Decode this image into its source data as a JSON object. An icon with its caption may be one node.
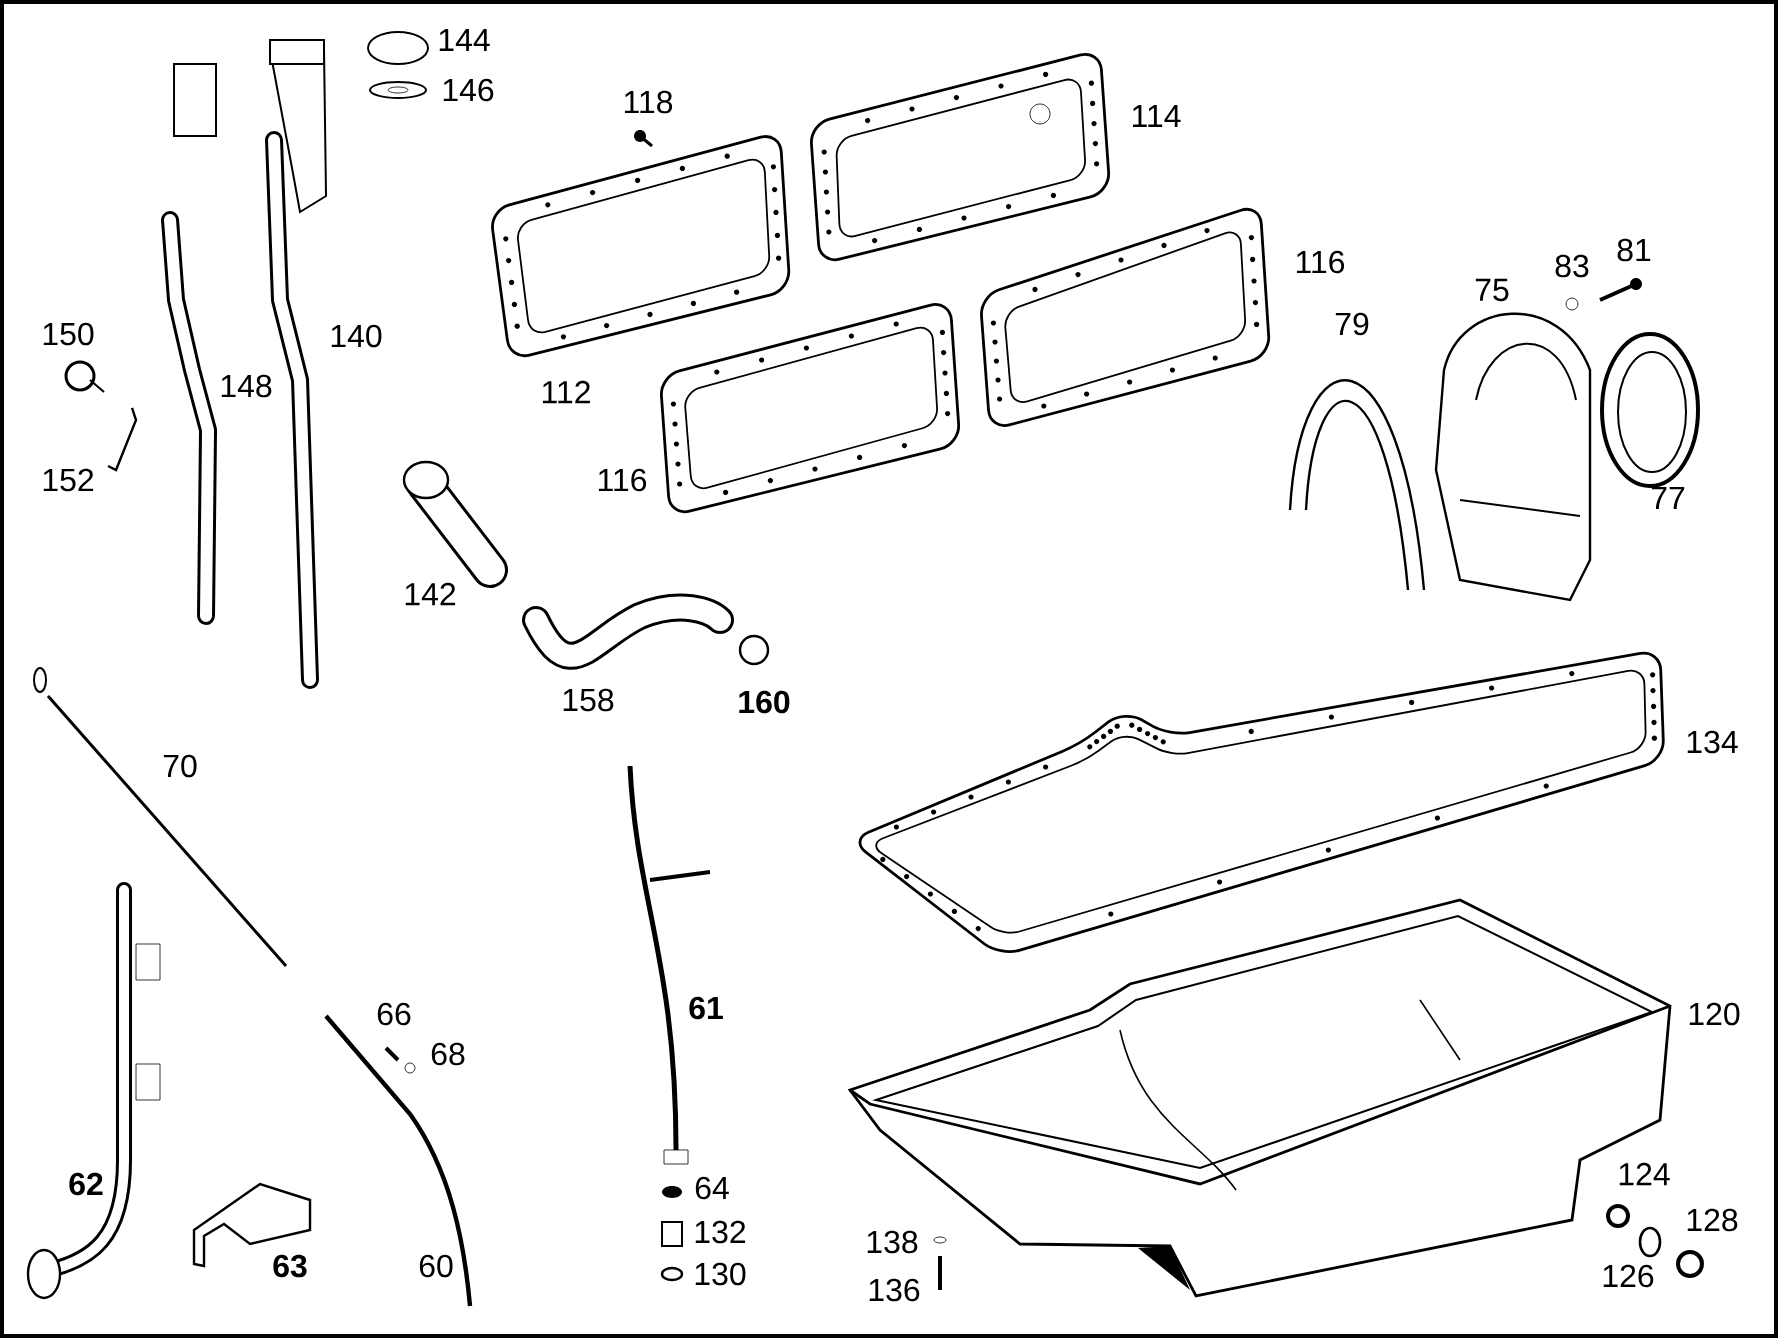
{
  "diagram": {
    "labels": [
      "144",
      "146",
      "118",
      "114",
      "116",
      "81",
      "83",
      "75",
      "150",
      "140",
      "79",
      "148",
      "112",
      "152",
      "116",
      "77",
      "142",
      "158",
      "160",
      "134",
      "70",
      "66",
      "61",
      "120",
      "68",
      "124",
      "62",
      "128",
      "64",
      "132",
      "138",
      "63",
      "60",
      "130",
      "126",
      "136"
    ]
  }
}
